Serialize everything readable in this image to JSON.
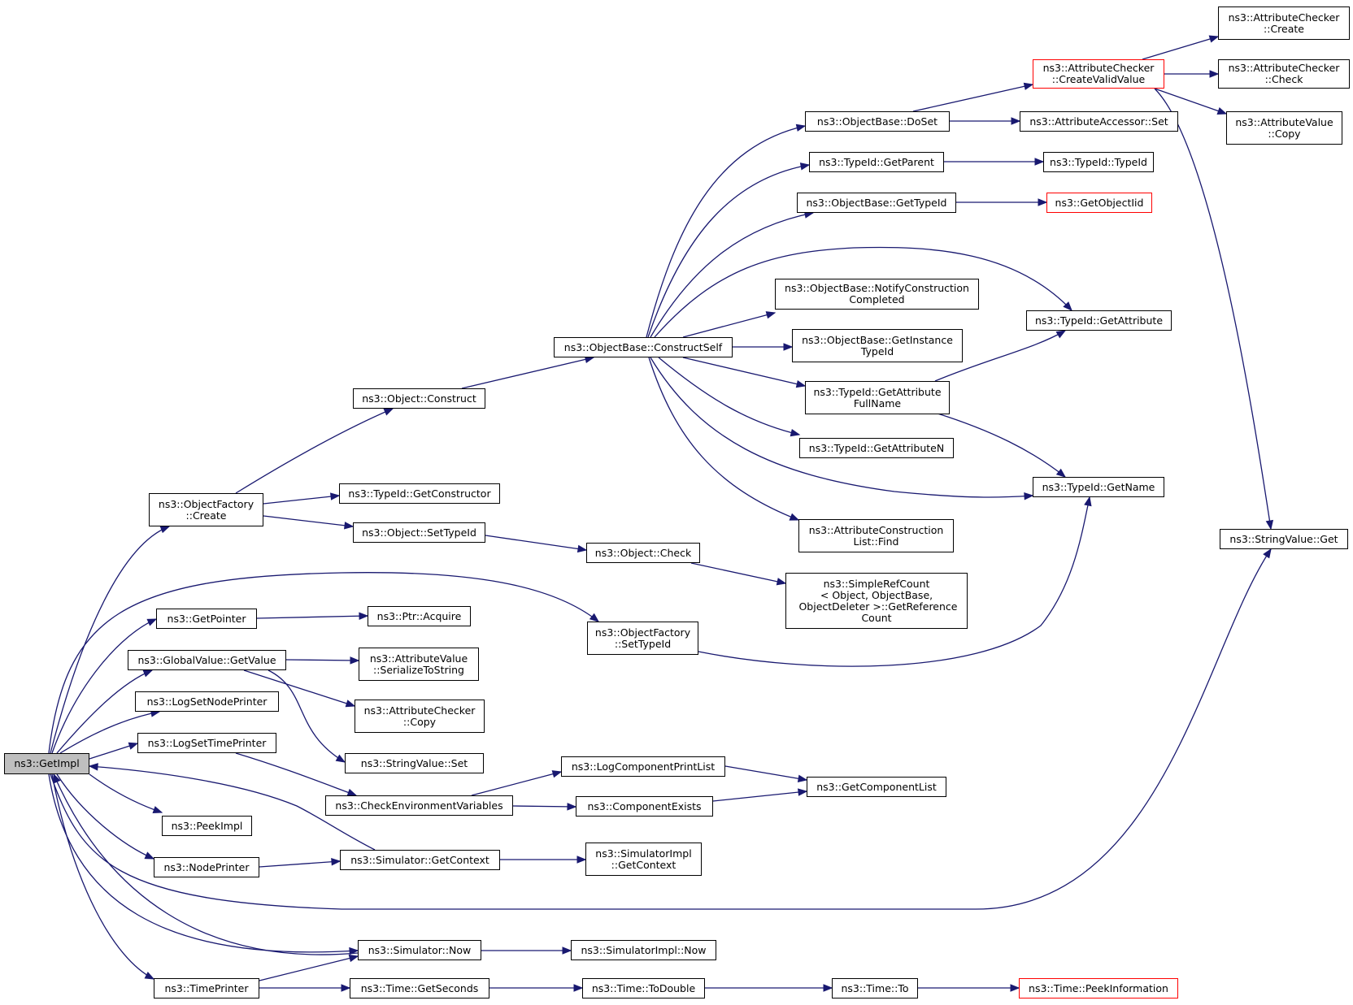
{
  "graph": {
    "edge_color": "#191970",
    "node_border_color": "#000000",
    "truncated_node_border_color": "#ff0000",
    "focus_node_fill": "#bfbfbf",
    "nodes": [
      {
        "id": "getimpl",
        "label": "ns3::GetImpl",
        "focus": true
      },
      {
        "id": "of_create",
        "label": "ns3::ObjectFactory\n::Create"
      },
      {
        "id": "getpointer",
        "label": "ns3::GetPointer"
      },
      {
        "id": "gv_getvalue",
        "label": "ns3::GlobalValue::GetValue"
      },
      {
        "id": "logsetnodeprinter",
        "label": "ns3::LogSetNodePrinter"
      },
      {
        "id": "logsettimeprinter",
        "label": "ns3::LogSetTimePrinter"
      },
      {
        "id": "peekimpl",
        "label": "ns3::PeekImpl"
      },
      {
        "id": "nodeprinter",
        "label": "ns3::NodePrinter"
      },
      {
        "id": "timeprinter",
        "label": "ns3::TimePrinter"
      },
      {
        "id": "obj_construct",
        "label": "ns3::Object::Construct"
      },
      {
        "id": "tid_getconstructor",
        "label": "ns3::TypeId::GetConstructor"
      },
      {
        "id": "obj_settypeid",
        "label": "ns3::Object::SetTypeId"
      },
      {
        "id": "ptr_acquire",
        "label": "ns3::Ptr::Acquire"
      },
      {
        "id": "av_serialize",
        "label": "ns3::AttributeValue\n::SerializeToString"
      },
      {
        "id": "ac_copy",
        "label": "ns3::AttributeChecker\n::Copy"
      },
      {
        "id": "sv_set",
        "label": "ns3::StringValue::Set"
      },
      {
        "id": "checkenv",
        "label": "ns3::CheckEnvironmentVariables"
      },
      {
        "id": "sim_getcontext",
        "label": "ns3::Simulator::GetContext"
      },
      {
        "id": "sim_now",
        "label": "ns3::Simulator::Now"
      },
      {
        "id": "time_getseconds",
        "label": "ns3::Time::GetSeconds"
      },
      {
        "id": "ob_constructself",
        "label": "ns3::ObjectBase::ConstructSelf"
      },
      {
        "id": "obj_check",
        "label": "ns3::Object::Check"
      },
      {
        "id": "of_settypeid",
        "label": "ns3::ObjectFactory\n::SetTypeId"
      },
      {
        "id": "logcomponentprintlist",
        "label": "ns3::LogComponentPrintList"
      },
      {
        "id": "componentexists",
        "label": "ns3::ComponentExists"
      },
      {
        "id": "simimpl_getcontext",
        "label": "ns3::SimulatorImpl\n::GetContext"
      },
      {
        "id": "simimpl_now",
        "label": "ns3::SimulatorImpl::Now"
      },
      {
        "id": "time_todouble",
        "label": "ns3::Time::ToDouble"
      },
      {
        "id": "ob_doset",
        "label": "ns3::ObjectBase::DoSet"
      },
      {
        "id": "tid_getparent",
        "label": "ns3::TypeId::GetParent"
      },
      {
        "id": "ob_gettypeid",
        "label": "ns3::ObjectBase::GetTypeId"
      },
      {
        "id": "ob_notify",
        "label": "ns3::ObjectBase::NotifyConstruction\nCompleted"
      },
      {
        "id": "ob_getinstance",
        "label": "ns3::ObjectBase::GetInstance\nTypeId"
      },
      {
        "id": "tid_getattrfullname",
        "label": "ns3::TypeId::GetAttribute\nFullName"
      },
      {
        "id": "tid_getattrn",
        "label": "ns3::TypeId::GetAttributeN"
      },
      {
        "id": "acl_find",
        "label": "ns3::AttributeConstruction\nList::Find"
      },
      {
        "id": "srefcount",
        "label": "ns3::SimpleRefCount\n< Object, ObjectBase,\n ObjectDeleter >::GetReference\nCount"
      },
      {
        "id": "getcomponentlist",
        "label": "ns3::GetComponentList"
      },
      {
        "id": "time_to",
        "label": "ns3::Time::To"
      },
      {
        "id": "ac_createvalid",
        "label": "ns3::AttributeChecker\n::CreateValidValue",
        "truncated": true
      },
      {
        "id": "aa_set",
        "label": "ns3::AttributeAccessor::Set"
      },
      {
        "id": "tid_typeid",
        "label": "ns3::TypeId::TypeId"
      },
      {
        "id": "getobjectiid",
        "label": "ns3::GetObjectIid",
        "truncated": true
      },
      {
        "id": "tid_getattribute",
        "label": "ns3::TypeId::GetAttribute"
      },
      {
        "id": "tid_getname",
        "label": "ns3::TypeId::GetName"
      },
      {
        "id": "time_peekinfo",
        "label": "ns3::Time::PeekInformation",
        "truncated": true
      },
      {
        "id": "ac_create",
        "label": "ns3::AttributeChecker\n::Create"
      },
      {
        "id": "ac_check",
        "label": "ns3::AttributeChecker\n::Check"
      },
      {
        "id": "av_copy",
        "label": "ns3::AttributeValue\n::Copy"
      },
      {
        "id": "sv_get",
        "label": "ns3::StringValue::Get"
      }
    ]
  }
}
